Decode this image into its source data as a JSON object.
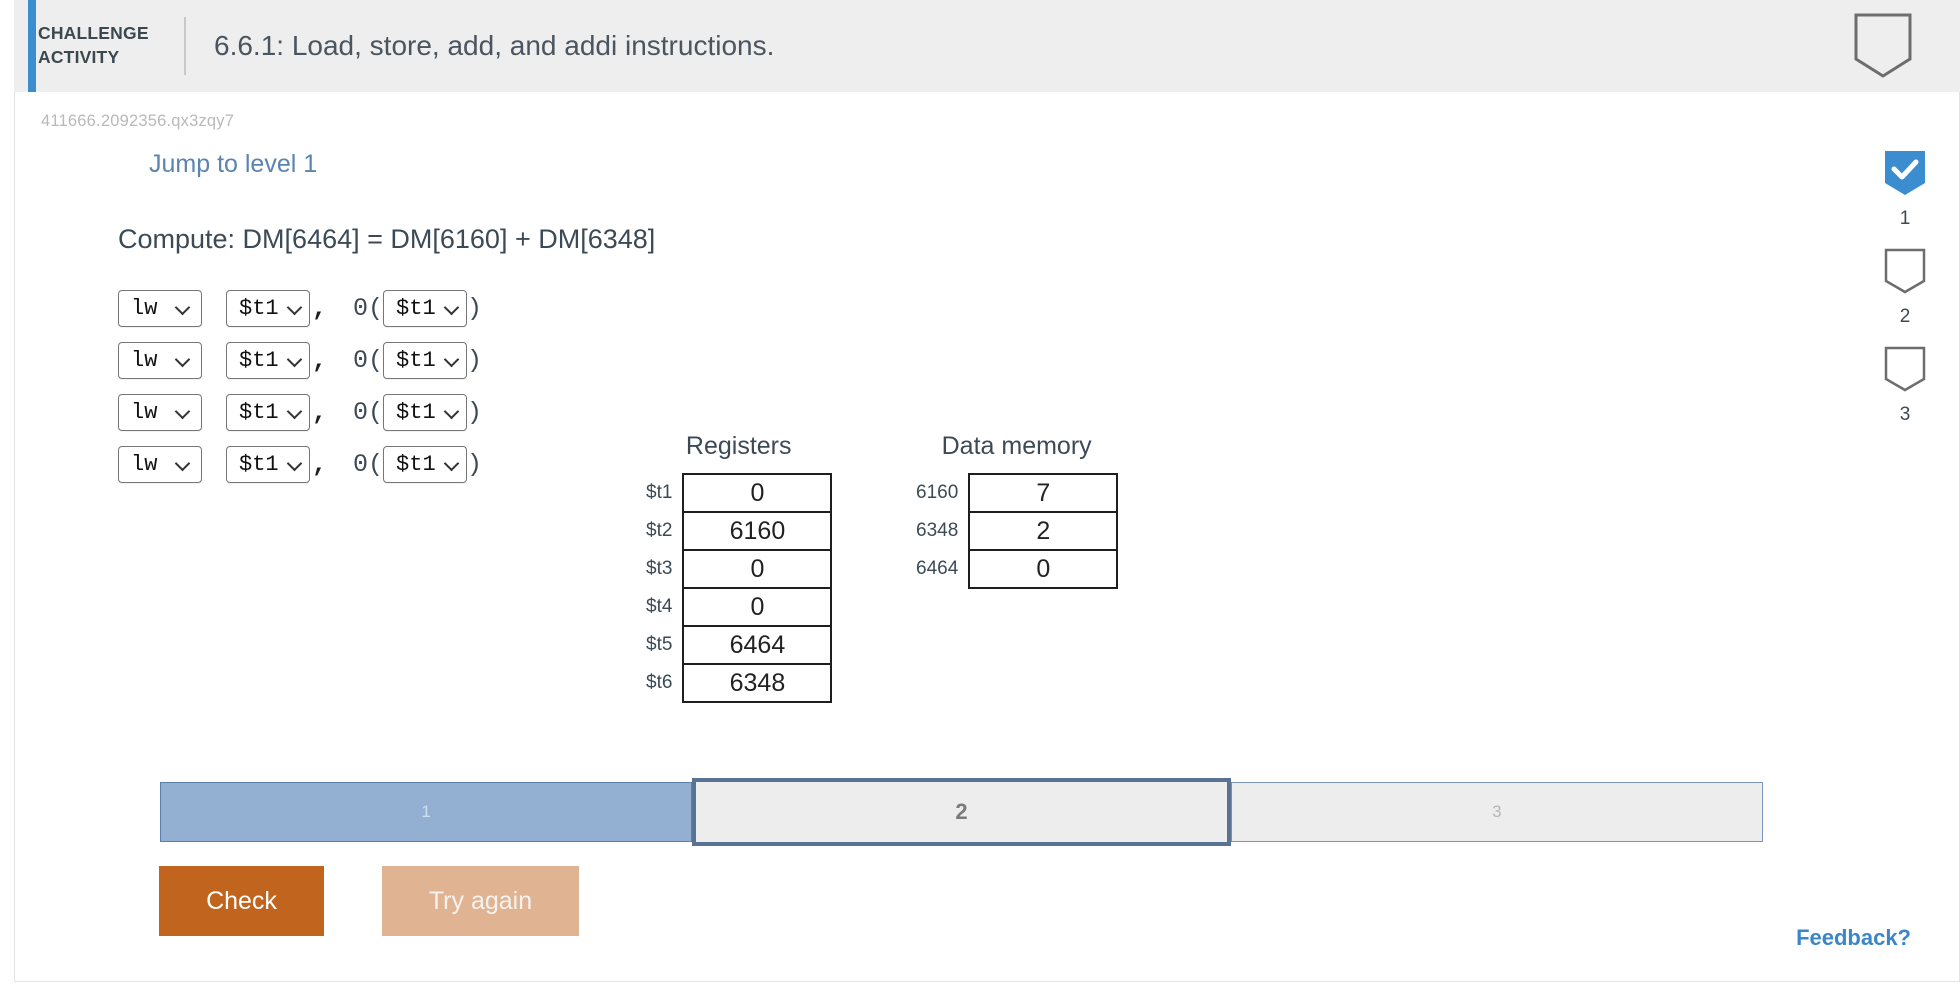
{
  "header": {
    "label_line1": "CHALLENGE",
    "label_line2": "ACTIVITY",
    "title": "6.6.1: Load, store, add, and addi instructions.",
    "shield_icon": "shield-outline-icon"
  },
  "activity": {
    "id": "411666.2092356.qx3zqy7",
    "jump_link": "Jump to level 1",
    "compute": "Compute: DM[6464] = DM[6160] + DM[6348]"
  },
  "instructions": {
    "rows": [
      {
        "op": "lw",
        "rd": "$t1",
        "sep": ",",
        "offset": "0",
        "open": "(",
        "rs": "$t1",
        "close": ")"
      },
      {
        "op": "lw",
        "rd": "$t1",
        "sep": ",",
        "offset": "0",
        "open": "(",
        "rs": "$t1",
        "close": ")"
      },
      {
        "op": "lw",
        "rd": "$t1",
        "sep": ",",
        "offset": "0",
        "open": "(",
        "rs": "$t1",
        "close": ")"
      },
      {
        "op": "lw",
        "rd": "$t1",
        "sep": ",",
        "offset": "0",
        "open": "(",
        "rs": "$t1",
        "close": ")"
      }
    ]
  },
  "registers": {
    "title": "Registers",
    "rows": [
      {
        "name": "$t1",
        "value": "0"
      },
      {
        "name": "$t2",
        "value": "6160"
      },
      {
        "name": "$t3",
        "value": "0"
      },
      {
        "name": "$t4",
        "value": "0"
      },
      {
        "name": "$t5",
        "value": "6464"
      },
      {
        "name": "$t6",
        "value": "6348"
      }
    ]
  },
  "data_memory": {
    "title": "Data memory",
    "rows": [
      {
        "address": "6160",
        "value": "7"
      },
      {
        "address": "6348",
        "value": "2"
      },
      {
        "address": "6464",
        "value": "0"
      }
    ]
  },
  "progress": {
    "steps": [
      {
        "label": "1",
        "state": "done"
      },
      {
        "label": "2",
        "state": "current"
      },
      {
        "label": "3",
        "state": "todo"
      }
    ]
  },
  "buttons": {
    "check": "Check",
    "try_again": "Try again"
  },
  "rail": {
    "items": [
      {
        "number": "1",
        "state": "complete",
        "icon": "shield-check-icon"
      },
      {
        "number": "2",
        "state": "incomplete",
        "icon": "shield-outline-icon"
      },
      {
        "number": "3",
        "state": "incomplete",
        "icon": "shield-outline-icon"
      }
    ]
  },
  "feedback": {
    "label": "Feedback?"
  },
  "colors": {
    "accent_blue": "#3b8dd0",
    "header_bg": "#eeeeee",
    "link_blue": "#5b84b1",
    "check_orange": "#c1641d",
    "try_again_orange": "#e0b493",
    "progress_done": "#93b0d3",
    "progress_border": "#5b7392"
  }
}
